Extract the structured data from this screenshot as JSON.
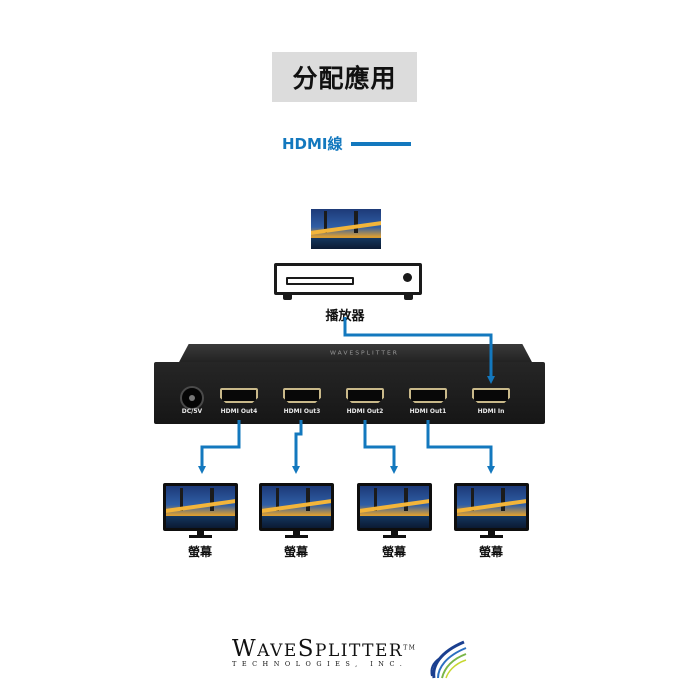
{
  "title": "分配應用",
  "legend": {
    "label": "HDMI線",
    "line_color": "#1378be"
  },
  "source": {
    "label": "播放器",
    "icon": "media-player-icon"
  },
  "splitter": {
    "brand_text": "WAVESPLITTER",
    "dc_label": "DC/5V",
    "ports": [
      "HDMI Out4",
      "HDMI Out3",
      "HDMI Out2",
      "HDMI Out1",
      "HDMI In"
    ]
  },
  "monitors": [
    {
      "label": "螢幕"
    },
    {
      "label": "螢幕"
    },
    {
      "label": "螢幕"
    },
    {
      "label": "螢幕"
    }
  ],
  "logo": {
    "main_first": "W",
    "main_rest1": "AVE",
    "main_mid": "S",
    "main_rest2": "PLITTER",
    "tm": "TM",
    "sub": "TECHNOLOGIES, INC."
  },
  "colors": {
    "wire": "#1378be",
    "title_bg": "#dcdcdc",
    "device": "#1c1c1c"
  }
}
